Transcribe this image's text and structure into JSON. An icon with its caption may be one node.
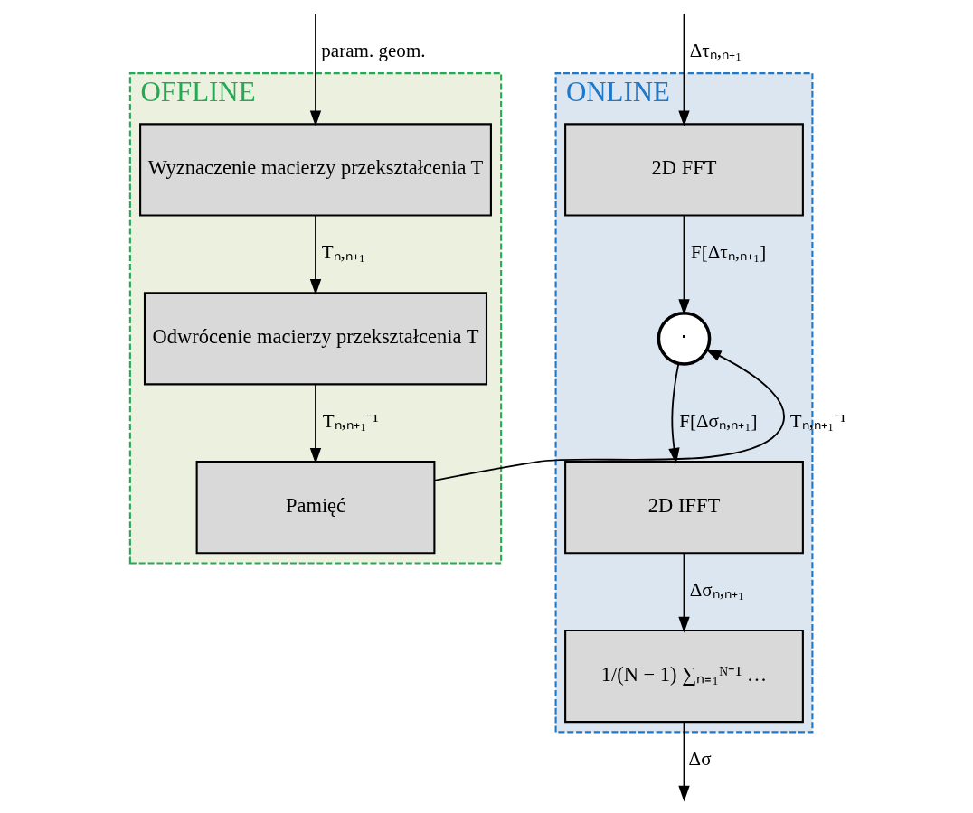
{
  "diagram": {
    "nodes": [
      {
        "text": [
          "ONLINE"
        ]
      },
      {
        "text": [
          "2D FFT"
        ],
        "in": 0
      },
      {
        "text": [
          "⋅"
        ],
        "in": 0
      },
      {
        "text": [
          "2D IFFT"
        ],
        "in": 0
      },
      {
        "text": [
          "1/(N − 1) ∑ₙ₌₁ᴺ⁻¹ …"
        ],
        "in": 0
      },
      {
        "text": [
          "OFFLINE"
        ]
      },
      {
        "text": [
          "Wyznaczenie macierzy przekształcenia T"
        ],
        "in": 5
      },
      {
        "text": [
          "Odwrócenie macierzy przekształcenia T"
        ],
        "in": 5
      },
      {
        "text": [
          "Pamięć"
        ],
        "in": 5
      }
    ],
    "edges": [
      {
        "from": null,
        "to": 1,
        "arrow": "to",
        "label": "Δτₙ,ₙ₊₁"
      },
      {
        "from": 1,
        "to": 2,
        "arrow": "to",
        "label": "F[Δτₙ,ₙ₊₁]"
      },
      {
        "from": 8,
        "to": 2,
        "arrow": "to",
        "label": "Tₙ,ₙ₊₁⁻¹"
      },
      {
        "from": 2,
        "to": 3,
        "arrow": "to",
        "label": "F[Δσₙ,ₙ₊₁]"
      },
      {
        "from": 3,
        "to": 4,
        "arrow": "to",
        "label": "Δσₙ,ₙ₊₁"
      },
      {
        "from": 4,
        "to": null,
        "arrow": "to",
        "label": "Δσ"
      },
      {
        "from": null,
        "to": 6,
        "arrow": "to",
        "label": "param. geom."
      },
      {
        "from": 6,
        "to": 7,
        "arrow": "to",
        "label": "Tₙ,ₙ₊₁"
      },
      {
        "from": 7,
        "to": 8,
        "arrow": "to",
        "label": "Tₙ,ₙ₊₁⁻¹"
      }
    ]
  }
}
